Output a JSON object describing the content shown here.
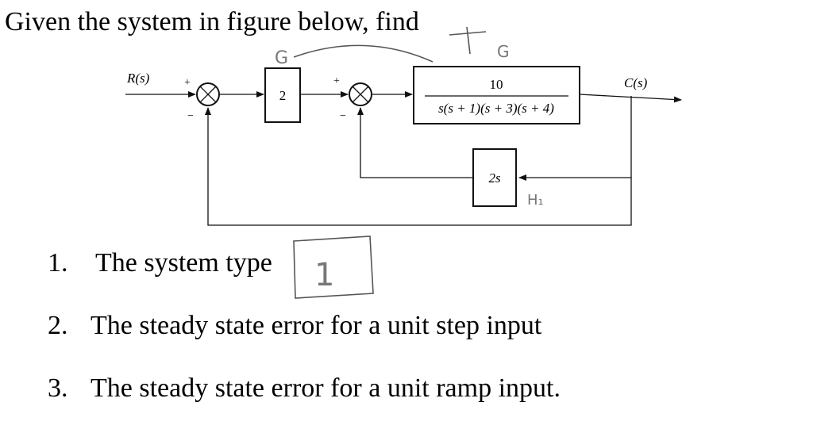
{
  "question": {
    "title": "Given the system in figure below, find",
    "items": [
      {
        "number": "1.",
        "text": "The system type"
      },
      {
        "number": "2.",
        "text": "The steady state error for a unit step input"
      },
      {
        "number": "3.",
        "text": "The steady state error for a unit ramp input."
      }
    ]
  },
  "diagram": {
    "input_label": "R(s)",
    "output_label": "C(s)",
    "gain_block": "2",
    "plant_numerator": "10",
    "plant_denominator": "s(s + 1)(s + 3)(s + 4)",
    "feedback_block": "2s",
    "sum1_plus": "+",
    "sum1_minus": "−",
    "sum2_plus": "+",
    "sum2_minus": "−"
  },
  "handwritten": {
    "label_g_top": "G",
    "label_t": "T",
    "label_g_right": "G",
    "label_h1": "H₁",
    "answer_type": "1"
  }
}
